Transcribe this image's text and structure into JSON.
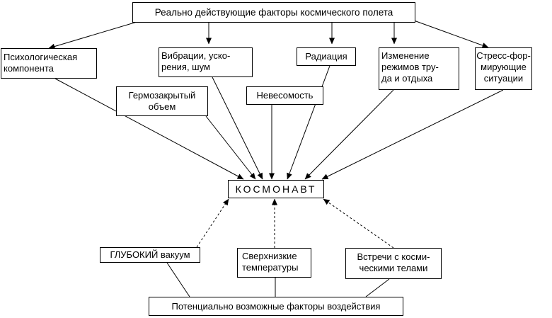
{
  "nodes": {
    "real_factors": "Реально действующие факторы космического полета",
    "psych": "Психологическая\nкомпонента",
    "vibration": "Вибрации, уско-\nрения, шум",
    "radiation": "Радиация",
    "regime_change": "Изменение\nрежимов тру-\nда и отдыха",
    "stress": "Стресс-фор-\nмирующие\nситуации",
    "hermetic": "Гермозакрытый\nобъем",
    "weightless": "Невесомость",
    "cosmonaut": "КОСМОНАВТ",
    "vacuum": "ГЛУБОКИЙ вакуум",
    "low_temp": "Сверхнизкие\nтемпературы",
    "cosmic_bodies": "Встречи с косми-\nческими телами",
    "potential_factors": "Потенциально возможные факторы воздействия"
  },
  "style": {
    "line_color": "#000000",
    "background": "#ffffff"
  }
}
